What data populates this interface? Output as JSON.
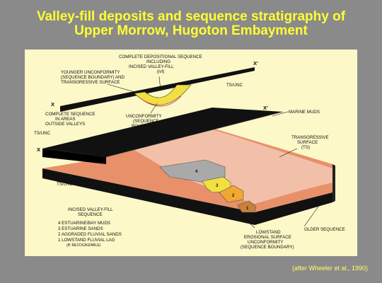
{
  "title_line1": "Valley-fill deposits and sequence stratigraphy of",
  "title_line2": "Upper Morrow, Hugoton Embayment",
  "credit": "(after Wheeler et al., 1990)",
  "labels": {
    "complete_seq_1": "COMPLETE DEPOSITIONAL SEQUENCE",
    "complete_seq_2": "INCLUDING",
    "complete_seq_3": "INCISED VALLEY-FILL",
    "complete_seq_4": "(ivf)",
    "younger_1": "YOUNGER UNCONFORMITY",
    "younger_2": "(SEQUENCE BOUNDARY) AND",
    "younger_3": "TRANSGRESSIVE SURFACE",
    "ts_unc_top": "TS/UNC",
    "x_top_right": "X'",
    "x_top_left": "X",
    "complete_outside_1": "COMPLETE SEQUENCE",
    "complete_outside_2": "IN AREAS",
    "complete_outside_3": "OUTSIDE VALLEYS",
    "unconf_1": "UNCONFORMITY",
    "unconf_2": "(SEQUENCE",
    "unconf_3": "BOUNDARY)",
    "marine_muds": "MARINE MUDS",
    "x_mid_right": "X'",
    "ts_unc_left": "TS/UNC",
    "x_mid_left": "X",
    "transgressive_1": "TRANSGRESSIVE",
    "transgressive_2": "SURFACE",
    "transgressive_3": "(TS)",
    "ts_unc_bottom": "TS/UNC",
    "ivf_head_1": "INCISED VALLEY-FILL",
    "ivf_head_2": "SEQUENCE",
    "legend_4": "4  ESTUARINE/BAY MUDS",
    "legend_3": "3  ESTUARINE SANDS",
    "legend_2": "2  AGGRADED FLUVIAL SANDS",
    "legend_1": "1  LOWSTAND FLUVIAL LAG",
    "legend_1b": "(IF RECOGNIZABLE)",
    "older": "OLDER SEQUENCE",
    "lowstand_1": "LOWSTAND",
    "lowstand_2": "EROSIONAL SURFACE",
    "lowstand_3": "UNCONFORMITY",
    "lowstand_4": "(SEQUENCE BOUNDARY)",
    "n4": "4",
    "n3": "3",
    "n2": "2",
    "n1": "1"
  },
  "colors": {
    "background": "#8a8a8a",
    "title": "#ffff33",
    "panel": "#fcf8c8",
    "black_slab": "#111111",
    "salmon": "#e8906a",
    "pale_pink": "#f2c0a8",
    "gray_fill": "#a9a9a9",
    "yellow_fill": "#f2e040",
    "orange_fill": "#f0a830",
    "brown_lag": "#c9803a"
  }
}
